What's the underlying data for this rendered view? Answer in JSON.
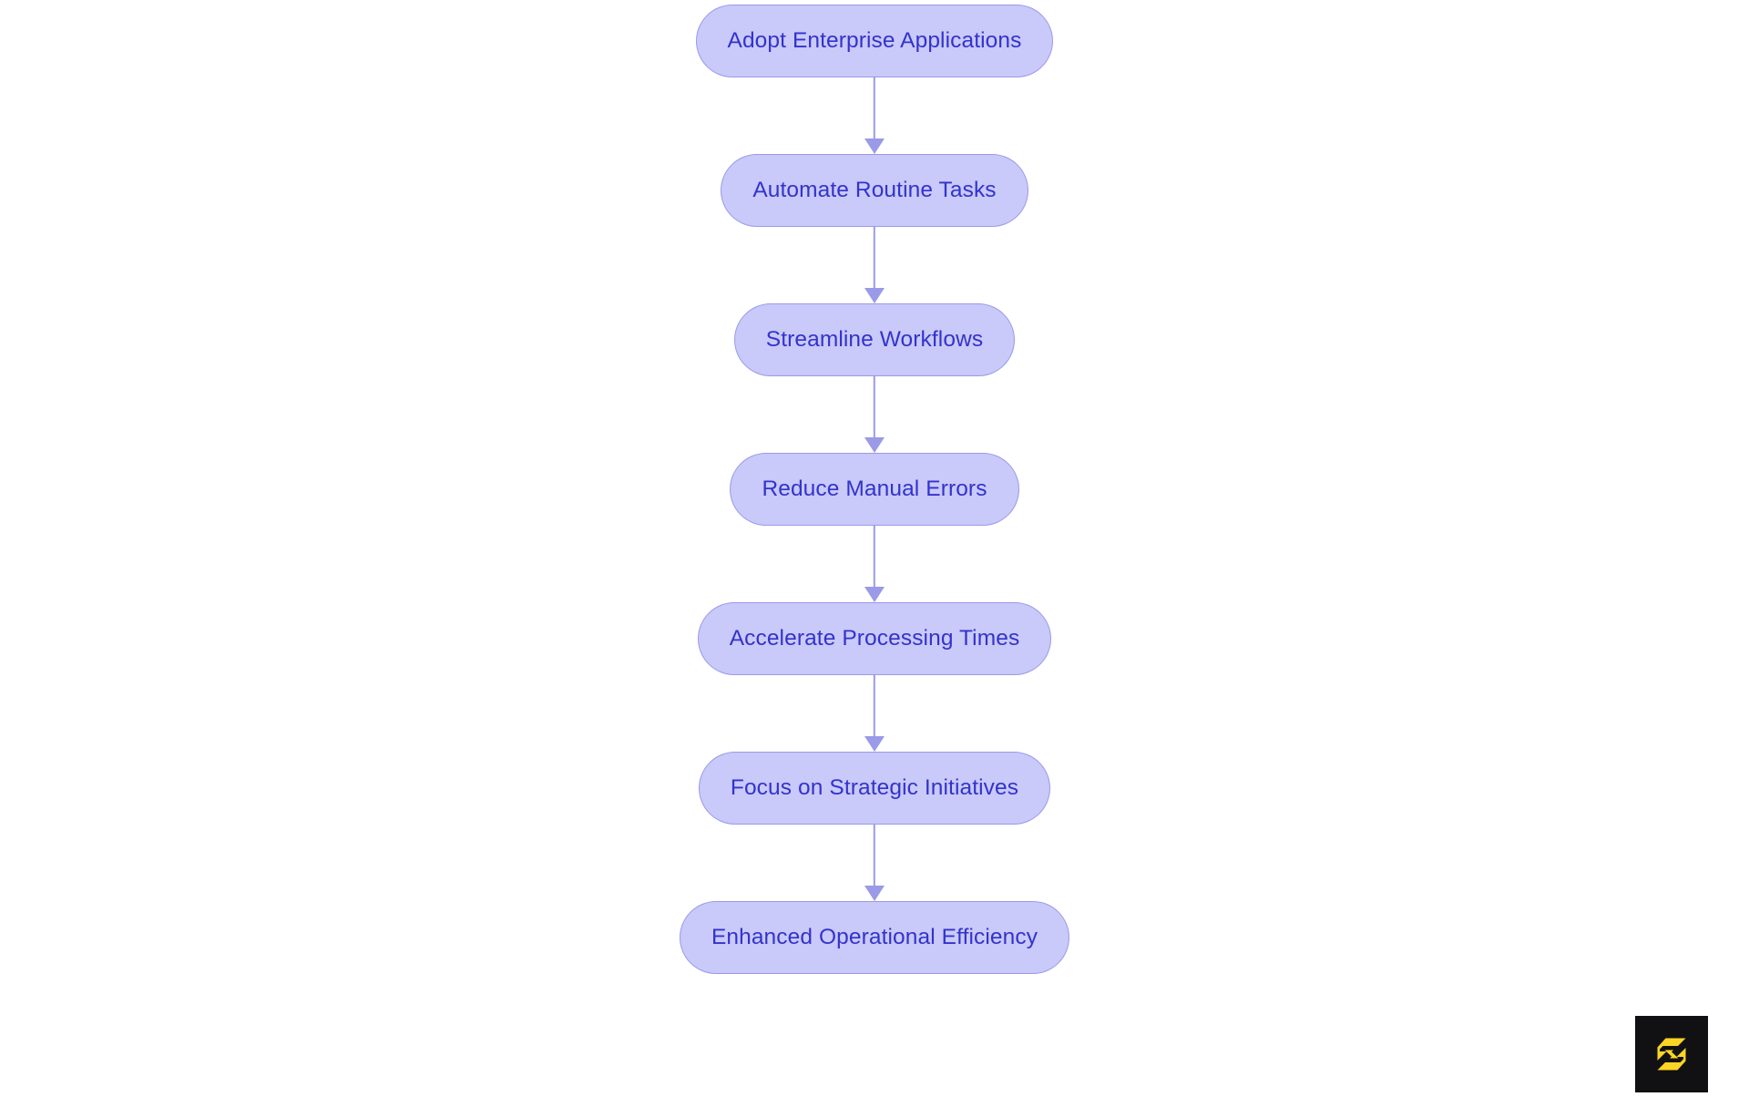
{
  "diagram": {
    "type": "flowchart",
    "orientation": "vertical",
    "background_color": "#ffffff",
    "node_fill_color": "#c9c9fa",
    "node_border_color": "#9a9ae8",
    "node_text_color": "#3333cc",
    "arrow_color": "#9a9ae8",
    "nodes": [
      {
        "id": "n1",
        "label": "Adopt Enterprise Applications"
      },
      {
        "id": "n2",
        "label": "Automate Routine Tasks"
      },
      {
        "id": "n3",
        "label": "Streamline Workflows"
      },
      {
        "id": "n4",
        "label": "Reduce Manual Errors"
      },
      {
        "id": "n5",
        "label": "Accelerate Processing Times"
      },
      {
        "id": "n6",
        "label": "Focus on Strategic Initiatives"
      },
      {
        "id": "n7",
        "label": "Enhanced Operational Efficiency"
      }
    ],
    "edges": [
      {
        "from": "n1",
        "to": "n2"
      },
      {
        "from": "n2",
        "to": "n3"
      },
      {
        "from": "n3",
        "to": "n4"
      },
      {
        "from": "n4",
        "to": "n5"
      },
      {
        "from": "n5",
        "to": "n6"
      },
      {
        "from": "n6",
        "to": "n7"
      }
    ]
  },
  "logo": {
    "name": "s-logo",
    "badge_color": "#111113",
    "mark_color": "#fbd424"
  }
}
